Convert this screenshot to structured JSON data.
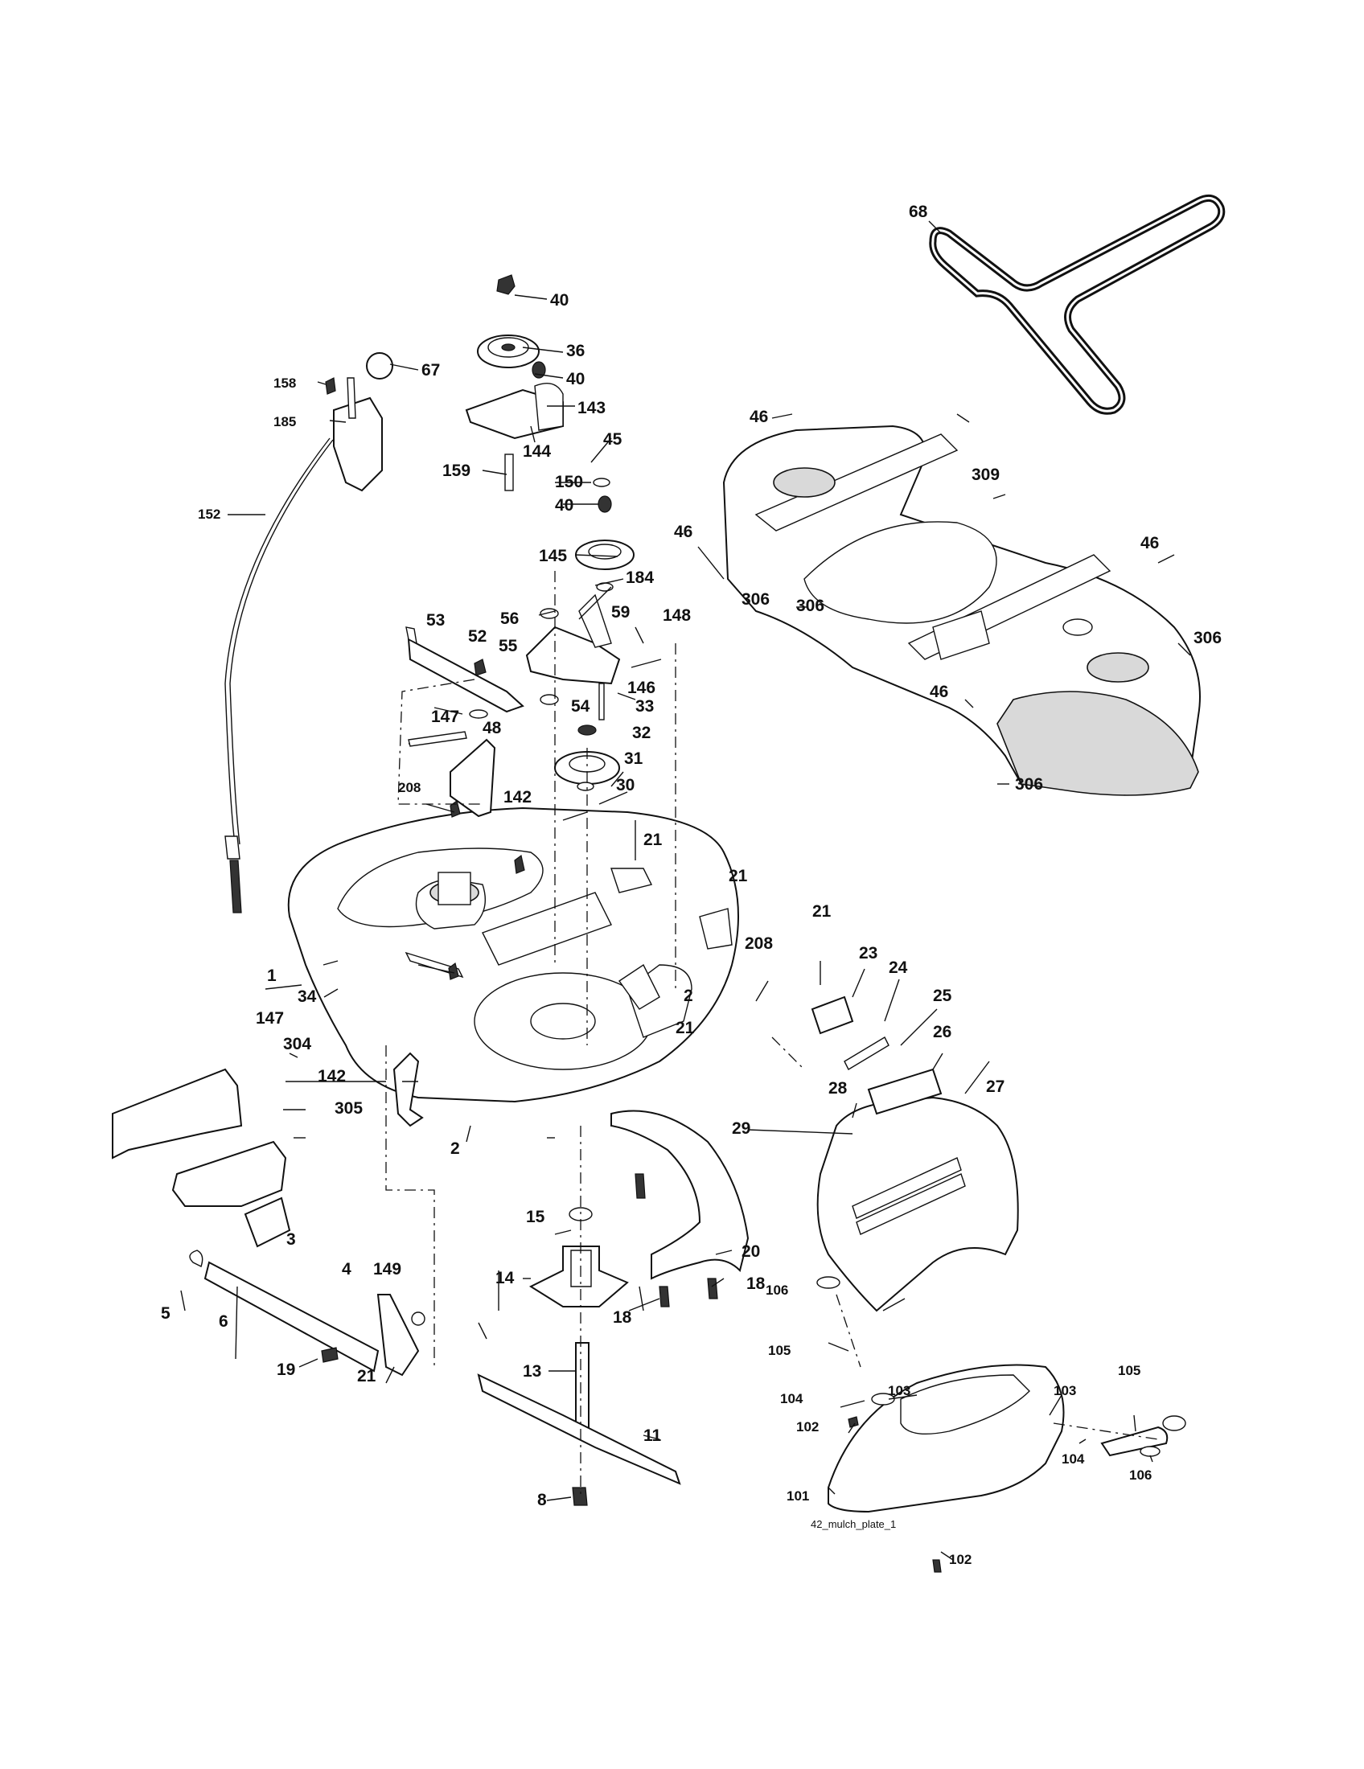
{
  "caption": "42_mulch_plate_1",
  "labels": {
    "l1": "1",
    "l2a": "2",
    "l2b": "2",
    "l3": "3",
    "l4": "4",
    "l5": "5",
    "l6": "6",
    "l8": "8",
    "l11": "11",
    "l13": "13",
    "l14": "14",
    "l15": "15",
    "l18a": "18",
    "l18b": "18",
    "l19": "19",
    "l20": "20",
    "l21a": "21",
    "l21b": "21",
    "l21c": "21",
    "l21d": "21",
    "l21e": "21",
    "l23": "23",
    "l24": "24",
    "l25": "25",
    "l26": "26",
    "l27": "27",
    "l28": "28",
    "l29": "29",
    "l30": "30",
    "l31": "31",
    "l32": "32",
    "l33": "33",
    "l34": "34",
    "l36": "36",
    "l40a": "40",
    "l40b": "40",
    "l40c": "40",
    "l45": "45",
    "l46a": "46",
    "l46b": "46",
    "l46c": "46",
    "l46d": "46",
    "l48": "48",
    "l52": "52",
    "l53": "53",
    "l54": "54",
    "l55": "55",
    "l56": "56",
    "l59": "59",
    "l67": "67",
    "l68": "68",
    "l101": "101",
    "l102a": "102",
    "l102b": "102",
    "l103a": "103",
    "l103b": "103",
    "l104a": "104",
    "l104b": "104",
    "l105a": "105",
    "l105b": "105",
    "l106a": "106",
    "l106b": "106",
    "l142a": "142",
    "l142b": "142",
    "l143": "143",
    "l144": "144",
    "l145": "145",
    "l146": "146",
    "l147a": "147",
    "l147b": "147",
    "l148": "148",
    "l149": "149",
    "l150": "150",
    "l152": "152",
    "l158": "158",
    "l159": "159",
    "l184": "184",
    "l185": "185",
    "l208a": "208",
    "l208b": "208",
    "l304": "304",
    "l305": "305",
    "l306a": "306",
    "l306b": "306",
    "l306c": "306",
    "l306d": "306",
    "l309": "309"
  }
}
